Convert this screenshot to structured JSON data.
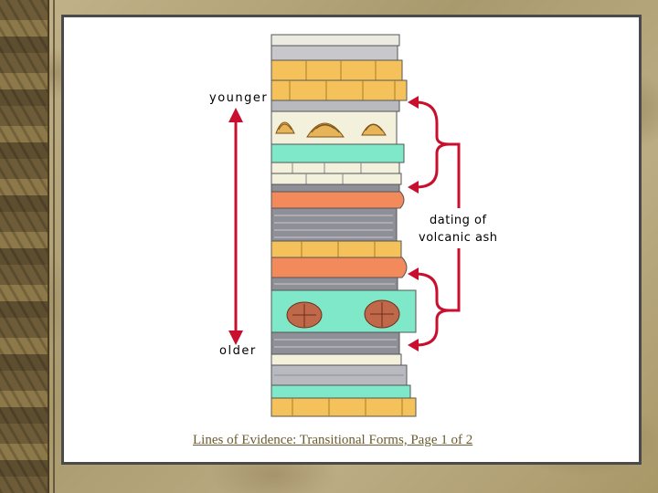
{
  "diagram": {
    "label_younger": "younger",
    "label_older": "older",
    "label_dating_line1": "dating of",
    "label_dating_line2": "volcanic ash"
  },
  "caption": {
    "text": "Lines of Evidence: Transitional Forms, Page 1 of 2"
  },
  "colors": {
    "arrow_red": "#c8102e",
    "sandstone": "#f5c15a",
    "shale": "#8f8f98",
    "volcanic_ash": "#f28a5c",
    "fossil_bed": "#7ee8c8",
    "limestone": "#f3f0dc"
  },
  "icons": [
    "clam-fossil-icon",
    "trilobite-fossil-icon"
  ]
}
